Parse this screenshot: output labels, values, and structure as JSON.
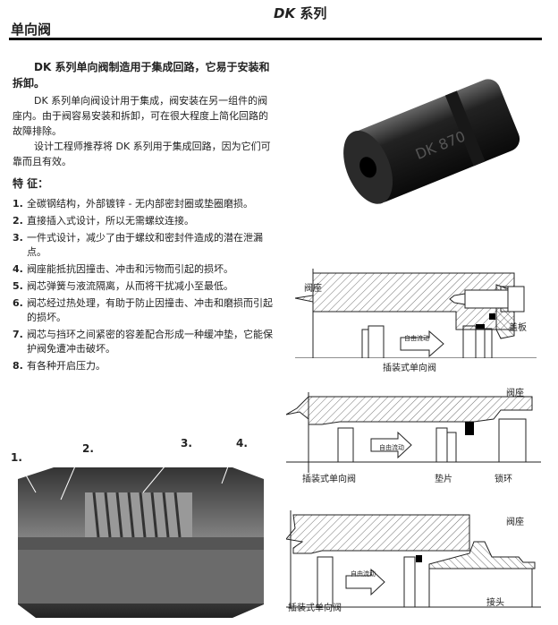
{
  "header": {
    "series_prefix": "DK",
    "series_suffix": "系列",
    "title": "单向阀"
  },
  "intro": {
    "lead": "DK 系列单向阀制造用于集成回路，它易于安装和拆卸。",
    "p1": "DK 系列单向阀设计用于集成，阀安装在另一组件的阀座内。由于阀容易安装和拆卸，可在很大程度上简化回路的故障排除。",
    "p2": "设计工程师推荐将 DK 系列用于集成回路，因为它们可靠而且有效。"
  },
  "features": {
    "heading": "特 征：",
    "items": [
      {
        "num": "1.",
        "text": "全碳钢结构，外部镀锌 - 无内部密封圈或垫圈磨损。"
      },
      {
        "num": "2.",
        "text": "直接插入式设计，所以无需螺纹连接。"
      },
      {
        "num": "3.",
        "text": "一件式设计，减少了由于螺纹和密封件造成的潜在泄漏点。"
      },
      {
        "num": "4.",
        "text": "阀座能抵抗因撞击、冲击和污物而引起的损坏。"
      },
      {
        "num": "5.",
        "text": "阀芯弹簧与液流隔离，从而将干扰减小至最低。"
      },
      {
        "num": "6.",
        "text": "阀芯经过热处理，有助于防止因撞击、冲击和磨损而引起的损坏。"
      },
      {
        "num": "7.",
        "text": "阀芯与挡环之间紧密的容差配合形成一种缓冲垫，它能保护阀免遭冲击破坏。"
      },
      {
        "num": "8.",
        "text": "有各种开启压力。"
      }
    ]
  },
  "product_photo": {
    "marking": "DK 870"
  },
  "cutaway": {
    "labels": [
      "1.",
      "2.",
      "3.",
      "4."
    ]
  },
  "diagram1": {
    "seat": "阀座",
    "cover": "盖板",
    "flow": "自由流动",
    "valve": "插装式单向阀"
  },
  "diagram2": {
    "seat": "阀座",
    "flow": "自由流动",
    "valve": "插装式单向阀",
    "shim": "垫片",
    "lockring": "锁环"
  },
  "diagram3": {
    "seat": "阀座",
    "flow": "自由流动",
    "valve": "插装式单向阀",
    "fitting": "接头"
  }
}
